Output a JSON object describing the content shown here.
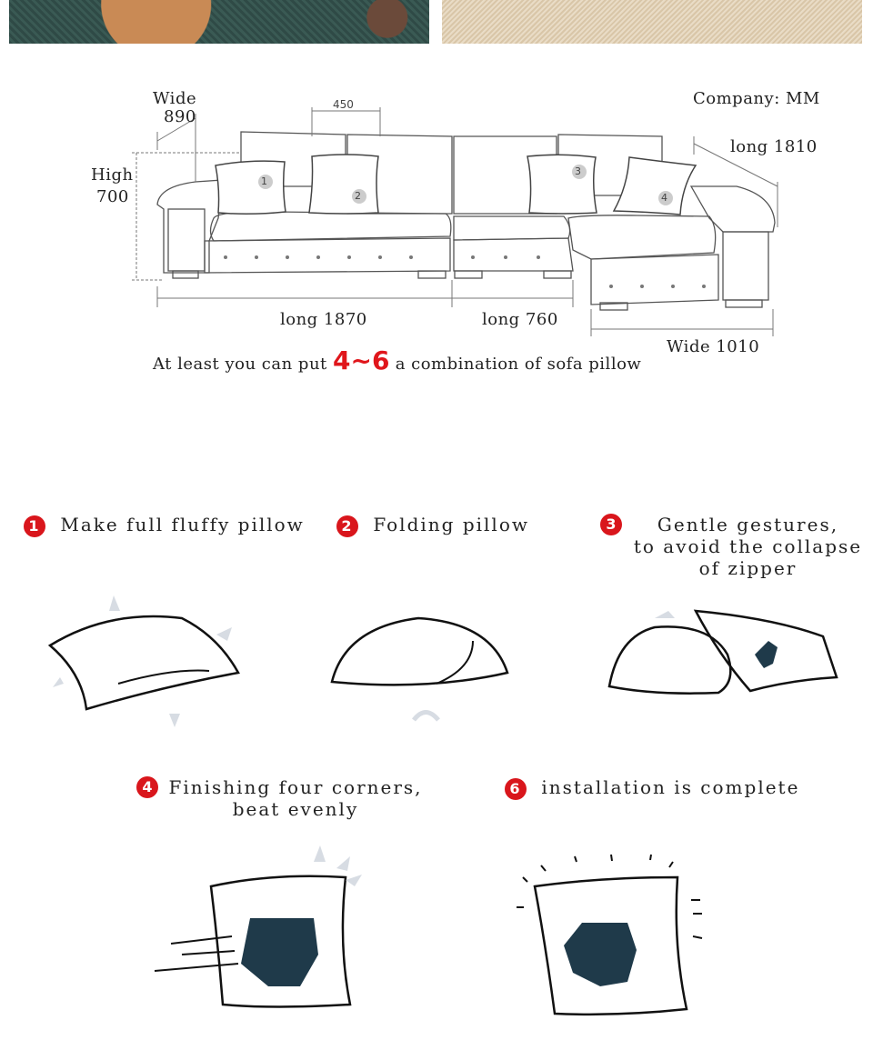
{
  "diagram": {
    "company": "Company:  MM",
    "wide_label": "Wide",
    "wide_value": "890",
    "cushion_width": "450",
    "high_label": "High",
    "high_value": "700",
    "long_right": "long 1810",
    "long_main": "long 1870",
    "long_mid": "long 760",
    "wide_bottom": "Wide 1010",
    "pillow_numbers": [
      "1",
      "2",
      "3",
      "4"
    ],
    "caption_before": "At least you can put",
    "caption_range": "4~6",
    "caption_after": "a combination of sofa pillow"
  },
  "steps": [
    {
      "number": "1",
      "title": "Make  full  fluffy  pillow"
    },
    {
      "number": "2",
      "title": "Folding  pillow"
    },
    {
      "number": "3",
      "title_lines": [
        "Gentle  gestures,",
        "to  avoid  the  collapse",
        "of  zipper"
      ]
    },
    {
      "number": "4",
      "title_lines": [
        "Finishing  four  corners,",
        "beat  evenly"
      ]
    },
    {
      "number": "6",
      "title": "installation  is  complete"
    }
  ],
  "colors": {
    "accent": "#e0161b",
    "badge": "#d9161c",
    "line": "#222222",
    "arrow": "#d7dce3",
    "deer": "#1f3a4a"
  }
}
